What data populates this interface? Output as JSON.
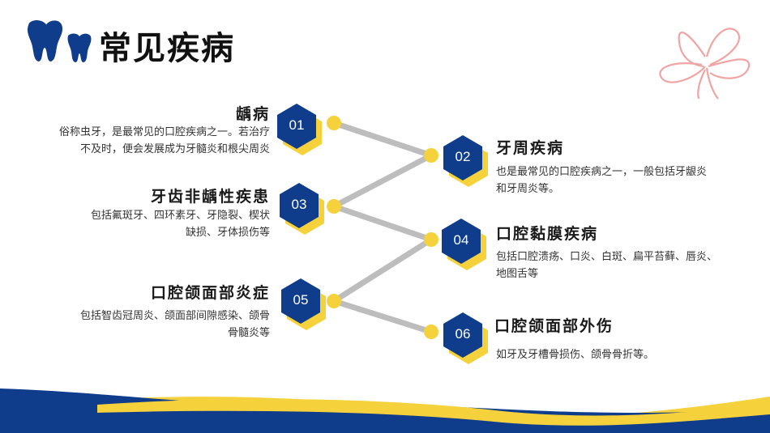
{
  "page": {
    "title": "常见疾病"
  },
  "colors": {
    "navy": "#0f3d8c",
    "yellow": "#f5d23c",
    "gray": "#bdbdbd",
    "flower": "#f0a4a4"
  },
  "icons": [
    "tooth-icon",
    "butterfly-icon"
  ],
  "items": [
    {
      "num": "01",
      "title": "龋病",
      "desc_lines": [
        "俗称虫牙，是最常见的口腔疾病之一。若治疗",
        "不及时，便会发展成为牙髓炎和根尖周炎"
      ]
    },
    {
      "num": "02",
      "title": "牙周疾病",
      "desc_lines": [
        "也是最常见的口腔疾病之一，一般包括牙龈炎",
        "和牙周炎等。"
      ]
    },
    {
      "num": "03",
      "title": "牙齿非龋性疾患",
      "desc_lines": [
        "包括氟斑牙、四环素牙、牙隐裂、楔状",
        "缺损、牙体损伤等"
      ]
    },
    {
      "num": "04",
      "title": "口腔黏膜疾病",
      "desc_lines": [
        "包括口腔溃疡、口炎、白斑、扁平苔藓、唇炎、",
        "地图舌等"
      ]
    },
    {
      "num": "05",
      "title": "口腔颌面部炎症",
      "desc_lines": [
        "包括智齿冠周炎、颌面部间隙感染、颌骨",
        "骨髓炎等"
      ]
    },
    {
      "num": "06",
      "title": "口腔颌面部外伤",
      "desc_lines": [
        "如牙及牙槽骨损伤、颌骨骨折等。"
      ]
    }
  ]
}
